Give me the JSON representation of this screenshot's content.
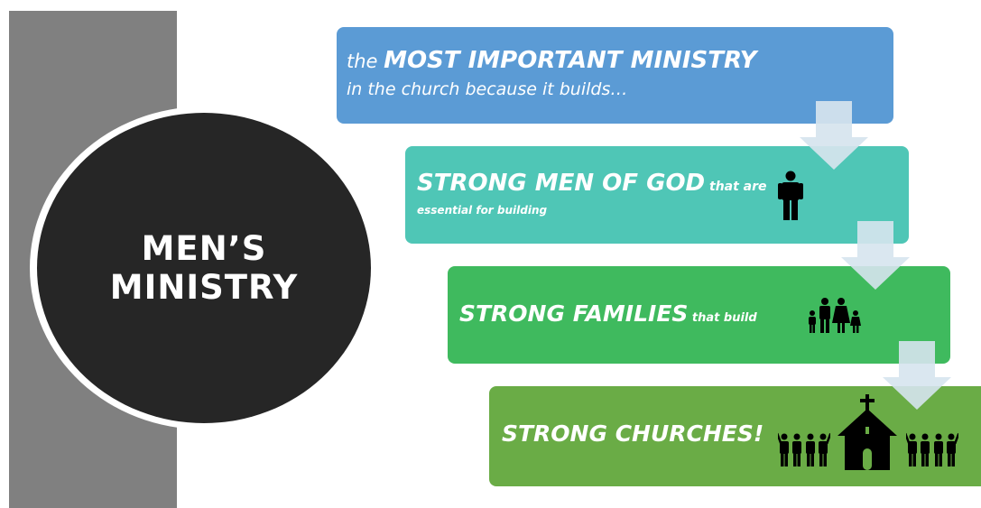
{
  "title": {
    "line1": "MEN’S",
    "line2": "MINISTRY"
  },
  "steps": [
    {
      "line1_prefix": "the ",
      "line1_emphasis": "MOST IMPORTANT MINISTRY",
      "line2": "in the church because it builds…",
      "color": "#5b9bd5"
    },
    {
      "emphasis": "STRONG MEN OF GOD",
      "suffix": " that are",
      "line2": "essential for building",
      "icon": "man-icon",
      "color": "#4fc6b6"
    },
    {
      "emphasis": "STRONG FAMILIES",
      "suffix": " that build",
      "icon": "family-icon",
      "color": "#3fba5e"
    },
    {
      "emphasis": "STRONG CHURCHES!",
      "icons": [
        "congregation-icon",
        "church-icon",
        "congregation-icon"
      ],
      "color": "#6aac46"
    }
  ],
  "colors": {
    "gray_bar": "#808080",
    "circle": "#262626",
    "arrow": "#d6e4ee"
  }
}
